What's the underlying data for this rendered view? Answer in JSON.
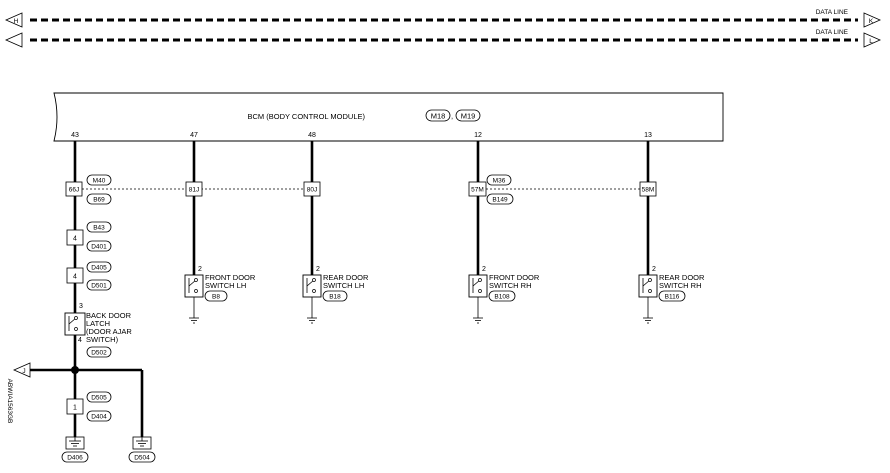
{
  "header": {
    "data_line_top": "DATA LINE",
    "data_line_bottom": "DATA LINE",
    "top_arrow_left": "H",
    "top_arrow_right": "K",
    "bottom_arrow_right": "L",
    "left_arrow": "J"
  },
  "bcm": {
    "title": "BCM (BODY CONTROL MODULE)",
    "conn_a": "M18",
    "conn_sep": ",",
    "conn_b": "M19",
    "pins": [
      "43",
      "47",
      "48",
      "12",
      "13"
    ]
  },
  "harness_1": {
    "conn_top": "M40",
    "conn_bottom": "B69",
    "terminals": [
      "66J",
      "81J",
      "80J"
    ]
  },
  "harness_2": {
    "conn_top": "M36",
    "conn_bottom": "B149",
    "terminals": [
      "57M",
      "58M"
    ]
  },
  "left_chain": {
    "j1_pin": "4",
    "j1_top": "B43",
    "j1_bottom": "D401",
    "j2_pin": "4",
    "j2_top": "D405",
    "j2_bottom": "D501",
    "latch_pin_top": "3",
    "latch_pin_bottom": "4",
    "latch_line1": "BACK DOOR",
    "latch_line2": "LATCH",
    "latch_line3": "(DOOR AJAR",
    "latch_line4": "SWITCH)",
    "latch_conn": "D502",
    "j3_pin": "1",
    "j3_top": "D505",
    "j3_bottom": "D404",
    "ground_a": "D406",
    "ground_b": "D504"
  },
  "switches": [
    {
      "pin": "2",
      "line1": "FRONT DOOR",
      "line2": "SWITCH LH",
      "conn": "B8"
    },
    {
      "pin": "2",
      "line1": "REAR DOOR",
      "line2": "SWITCH LH",
      "conn": "B18"
    },
    {
      "pin": "2",
      "line1": "FRONT DOOR",
      "line2": "SWITCH RH",
      "conn": "B108"
    },
    {
      "pin": "2",
      "line1": "REAR DOOR",
      "line2": "SWITCH RH",
      "conn": "B116"
    }
  ],
  "figure_code": "ABWIA1563GB"
}
